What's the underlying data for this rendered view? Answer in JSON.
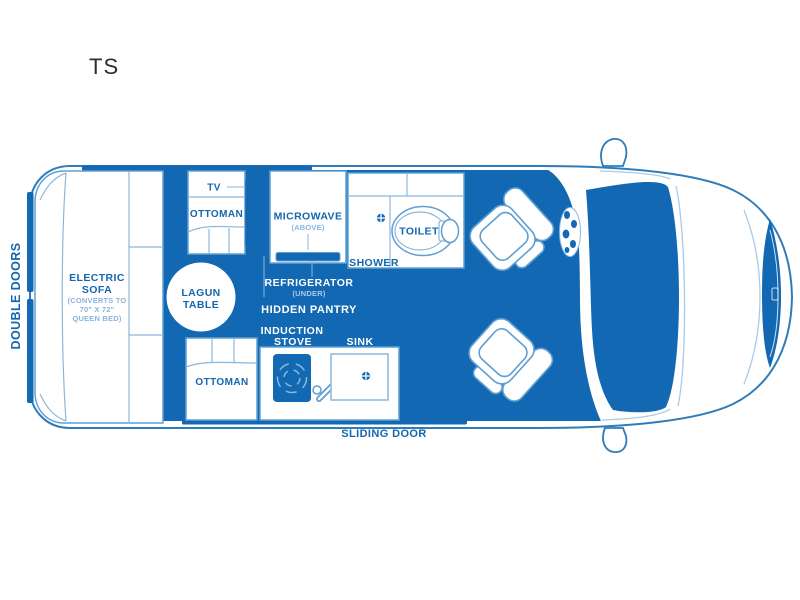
{
  "title": "TS",
  "colors": {
    "primary": "#1268b2",
    "outline": "#5f9fd3",
    "outline_soft": "#8ab7de",
    "outline_strong": "#2f7cbb",
    "accent": "#a9cbe8",
    "text_blue": "#1467ad",
    "sub_blue": "#8ab4dd",
    "title": "#2e2e2e"
  },
  "labels": {
    "double_doors": "DOUBLE DOORS",
    "electric": "ELECTRIC",
    "sofa": "SOFA",
    "sofa_sub1": "(CONVERTS TO",
    "sofa_sub2": "70\" X 72\"",
    "sofa_sub3": "QUEEN BED)",
    "tv": "TV",
    "ottoman_top": "OTTOMAN",
    "microwave": "MICROWAVE",
    "microwave_sub": "(ABOVE)",
    "shower": "SHOWER",
    "toilet": "TOILET",
    "refrigerator": "REFRIGERATOR",
    "refrigerator_sub": "(UNDER)",
    "hidden_pantry": "HIDDEN PANTRY",
    "lagun1": "LAGUN",
    "lagun2": "TABLE",
    "induction1": "INDUCTION",
    "induction2": "STOVE",
    "sink": "SINK",
    "ottoman_bottom": "OTTOMAN",
    "sliding_door": "SLIDING DOOR"
  }
}
